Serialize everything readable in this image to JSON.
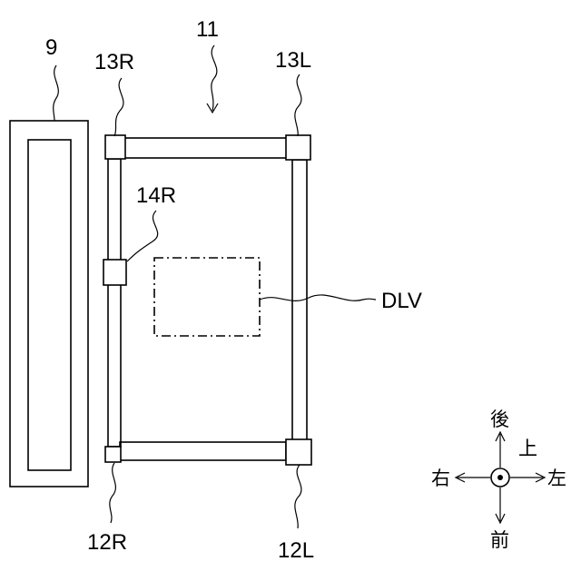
{
  "labels": {
    "device": "9",
    "frame": "11",
    "corner_13R": "13R",
    "corner_13L": "13L",
    "sensor_14R": "14R",
    "region": "DLV",
    "corner_12R": "12R",
    "corner_12L": "12L"
  },
  "compass": {
    "up": "後",
    "down": "前",
    "left": "右",
    "right": "左",
    "out_of_page": "上"
  }
}
